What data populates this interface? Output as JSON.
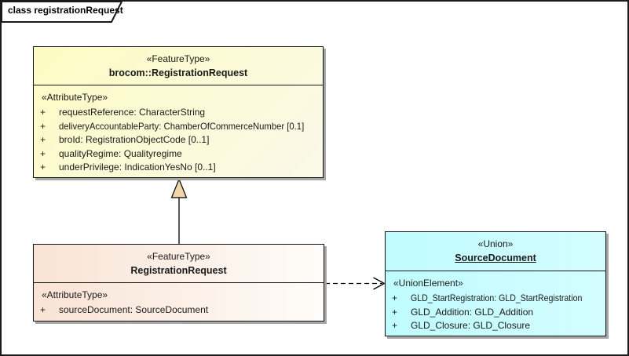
{
  "frame": {
    "tab_label": "class registrationRequest"
  },
  "colors": {
    "class_yellow_start": "#fdfbc2",
    "class_yellow_end": "#fbf9ea",
    "class_orange_start": "#f9e3d4",
    "class_orange_end": "#fefcf9",
    "class_cyan_start": "#bffcff",
    "class_cyan_end": "#d4fdff",
    "triangle_fill": "#f2d5a8"
  },
  "classes": [
    {
      "stereotype": "«FeatureType»",
      "name": "brocom::RegistrationRequest",
      "compartment_stereotype": "«AttributeType»",
      "attributes": [
        {
          "visibility": "+",
          "signature": "requestReference: CharacterString"
        },
        {
          "visibility": "+",
          "signature": "deliveryAccountableParty: ChamberOfCommerceNumber [0.1]"
        },
        {
          "visibility": "+",
          "signature": "broId: RegistrationObjectCode [0..1]"
        },
        {
          "visibility": "+",
          "signature": "qualityRegime: Qualityregime"
        },
        {
          "visibility": "+",
          "signature": "underPrivilege: IndicationYesNo [0..1]"
        }
      ]
    },
    {
      "stereotype": "«FeatureType»",
      "name": "RegistrationRequest",
      "compartment_stereotype": "«AttributeType»",
      "attributes": [
        {
          "visibility": "+",
          "signature": "sourceDocument: SourceDocument"
        }
      ]
    },
    {
      "stereotype": "«Union»",
      "name": "SourceDocument",
      "compartment_stereotype": "«UnionElement»",
      "attributes": [
        {
          "visibility": "+",
          "signature": "GLD_StartRegistration: GLD_StartRegistration"
        },
        {
          "visibility": "+",
          "signature": "GLD_Addition: GLD_Addition"
        },
        {
          "visibility": "+",
          "signature": "GLD_Closure: GLD_Closure"
        }
      ]
    }
  ],
  "connectors": [
    {
      "type": "generalization",
      "from": "RegistrationRequest",
      "to": "brocom::RegistrationRequest"
    },
    {
      "type": "dependency",
      "from": "RegistrationRequest",
      "to": "SourceDocument"
    }
  ]
}
